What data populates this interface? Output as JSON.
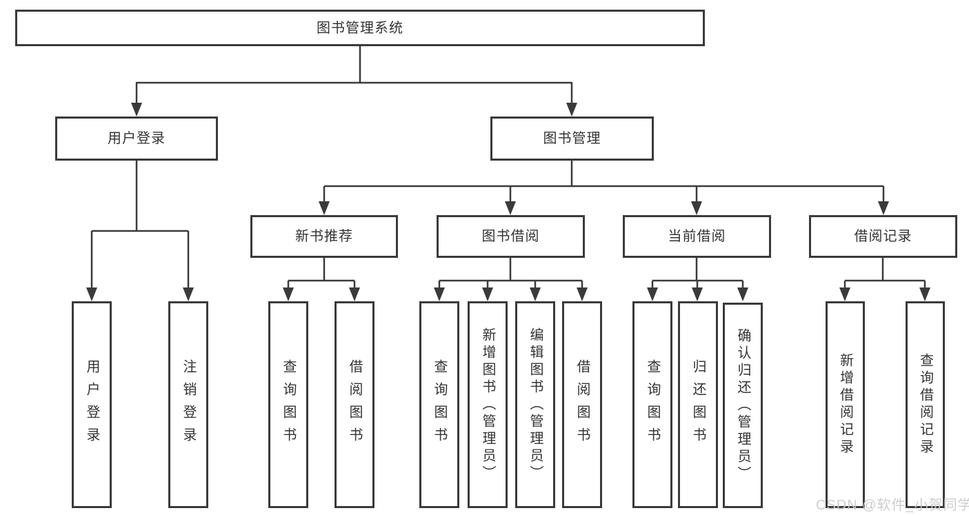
{
  "diagram": {
    "title": "图书管理系统",
    "type": "hierarchy",
    "tree": {
      "label": "图书管理系统",
      "children": [
        {
          "label": "用户登录",
          "children": [
            {
              "label": "用户登录"
            },
            {
              "label": "注销登录"
            }
          ]
        },
        {
          "label": "图书管理",
          "children": [
            {
              "label": "新书推荐",
              "children": [
                {
                  "label": "查询图书"
                },
                {
                  "label": "借阅图书"
                }
              ]
            },
            {
              "label": "图书借阅",
              "children": [
                {
                  "label": "查询图书"
                },
                {
                  "label": "新增图书（管理员）"
                },
                {
                  "label": "编辑图书（管理员）"
                },
                {
                  "label": "借阅图书"
                }
              ]
            },
            {
              "label": "当前借阅",
              "children": [
                {
                  "label": "查询图书"
                },
                {
                  "label": "归还图书"
                },
                {
                  "label": "确认归还（管理员）"
                }
              ]
            },
            {
              "label": "借阅记录",
              "children": [
                {
                  "label": "新增借阅记录"
                },
                {
                  "label": "查询借阅记录"
                }
              ]
            }
          ]
        }
      ]
    },
    "watermark": "CSDN @软件_小贺同学",
    "colors": {
      "line": "#3a3a3a",
      "text": "#333333",
      "background": "#ffffff",
      "watermark": "#cbcbcb"
    }
  }
}
